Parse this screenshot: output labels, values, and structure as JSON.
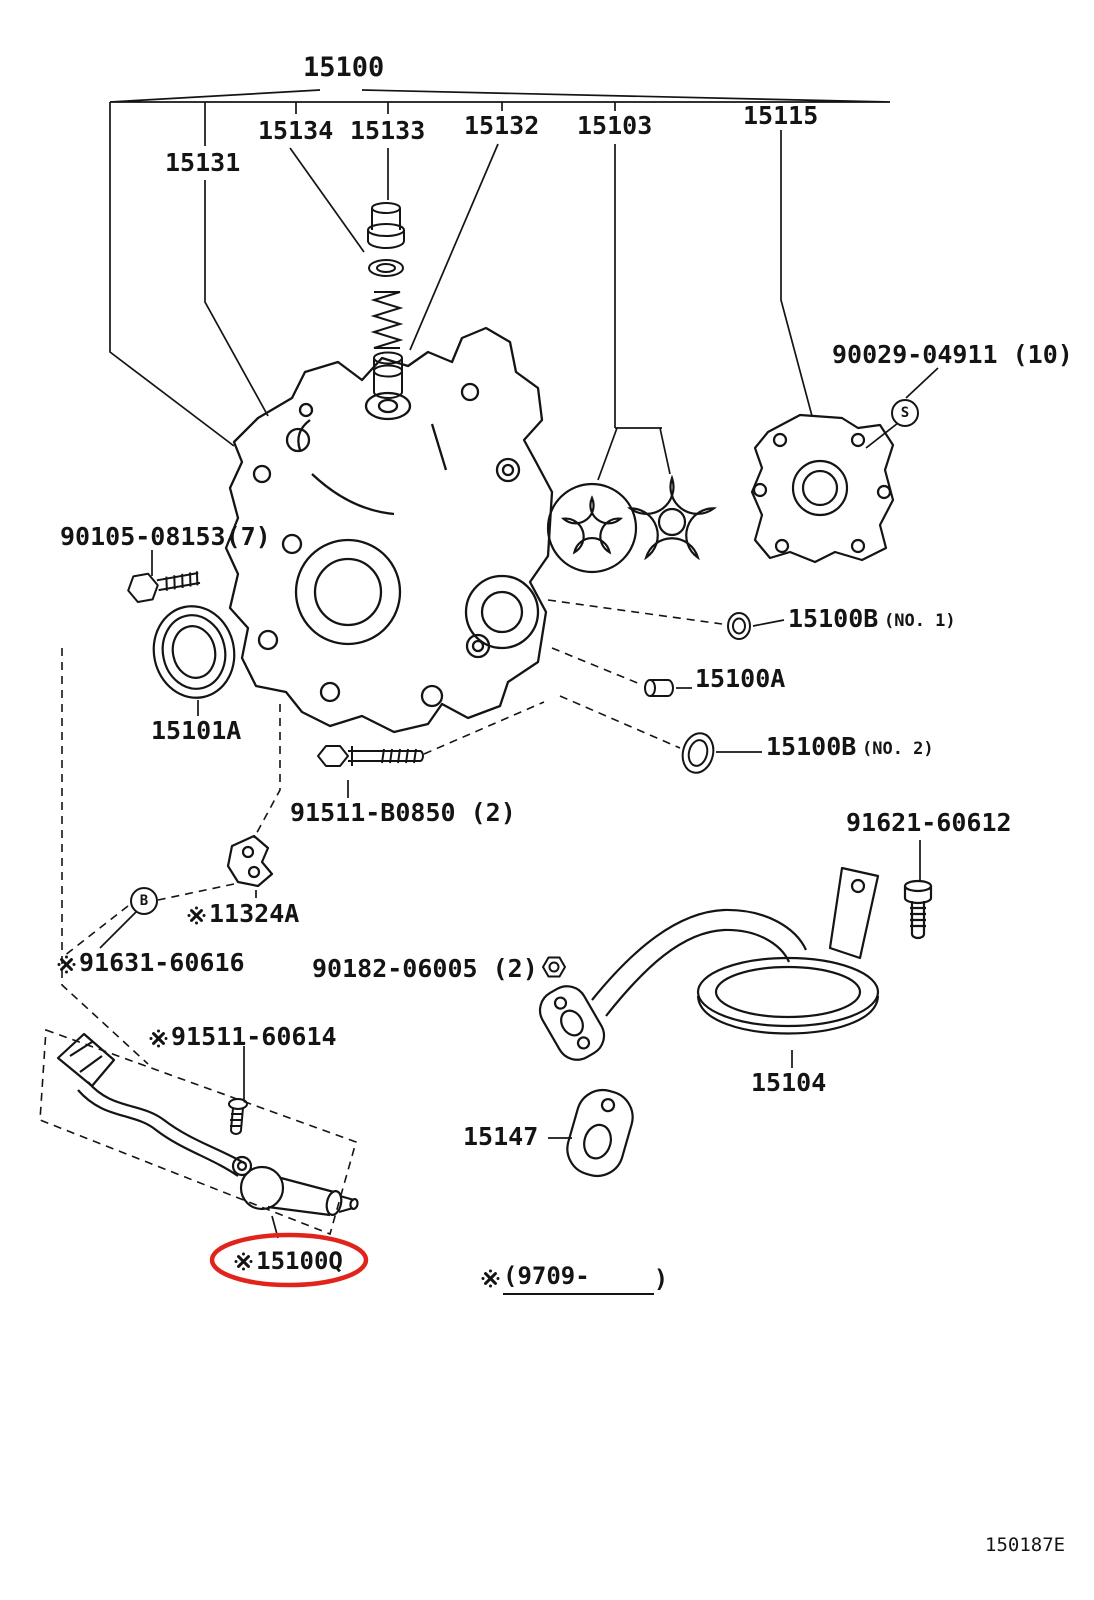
{
  "diagram": {
    "type": "exploded-parts-diagram",
    "subject": "engine oil pump assembly",
    "figure_code": "150187E",
    "reference_mark": "※",
    "colors": {
      "line": "#141414",
      "highlight_red": "#e0241b",
      "background": "#ffffff"
    },
    "parts": [
      {
        "id": "15100",
        "label": "15100",
        "starred": false
      },
      {
        "id": "15131",
        "label": "15131",
        "starred": false
      },
      {
        "id": "15134",
        "label": "15134",
        "starred": false
      },
      {
        "id": "15133",
        "label": "15133",
        "starred": false
      },
      {
        "id": "15132",
        "label": "15132",
        "starred": false
      },
      {
        "id": "15103",
        "label": "15103",
        "starred": false
      },
      {
        "id": "15115",
        "label": "15115",
        "starred": false
      },
      {
        "id": "90029-04911",
        "label": "90029-04911 (10)",
        "starred": false
      },
      {
        "id": "90105-08153",
        "label": "90105-08153(7)",
        "starred": false
      },
      {
        "id": "15101A",
        "label": "15101A",
        "starred": false
      },
      {
        "id": "15100B-no1",
        "label": "15100B",
        "qualifier": "(NO. 1)",
        "starred": false
      },
      {
        "id": "15100A",
        "label": "15100A",
        "starred": false
      },
      {
        "id": "15100B-no2",
        "label": "15100B",
        "qualifier": "(NO. 2)",
        "starred": false
      },
      {
        "id": "91511-B0850",
        "label": "91511-B0850 (2)",
        "starred": false
      },
      {
        "id": "91621-60612",
        "label": "91621-60612",
        "starred": false
      },
      {
        "id": "11324A",
        "label": "11324A",
        "starred": true
      },
      {
        "id": "91631-60616",
        "label": "91631-60616",
        "starred": true
      },
      {
        "id": "90182-06005",
        "label": "90182-06005 (2)",
        "starred": false
      },
      {
        "id": "91511-60614",
        "label": "91511-60614",
        "starred": true
      },
      {
        "id": "15104",
        "label": "15104",
        "starred": false
      },
      {
        "id": "15147",
        "label": "15147",
        "starred": false
      },
      {
        "id": "15100Q",
        "label": "15100Q",
        "starred": true,
        "highlighted": true
      }
    ],
    "fastener_markers": [
      {
        "symbol": "S"
      },
      {
        "symbol": "B"
      }
    ],
    "footnote": {
      "prefix": "(9709-",
      "suffix": ")",
      "starred": true
    }
  }
}
